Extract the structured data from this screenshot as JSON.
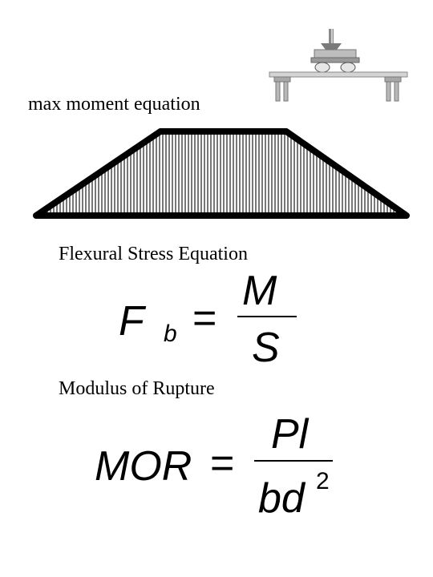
{
  "headings": {
    "max_moment": "max moment equation",
    "flexural_stress": "Flexural Stress Equation",
    "modulus_of_rupture": "Modulus of Rupture"
  },
  "flexural_equation": {
    "lhs_symbol": "F",
    "lhs_subscript": "b",
    "equals": "=",
    "numerator": "M",
    "denominator": "S"
  },
  "mor_equation": {
    "lhs": "MOR",
    "equals": "=",
    "numerator": "Pl",
    "denominator": "bd",
    "denominator_exponent": "2"
  },
  "diagram": {
    "shape": "trapezoid-moment-diagram",
    "fill_pattern": "vertical-hatch",
    "outline_color": "#000000",
    "hatch_color": "#777777"
  },
  "icons": {
    "test_fixture": "four-point-bending-test-icon"
  }
}
